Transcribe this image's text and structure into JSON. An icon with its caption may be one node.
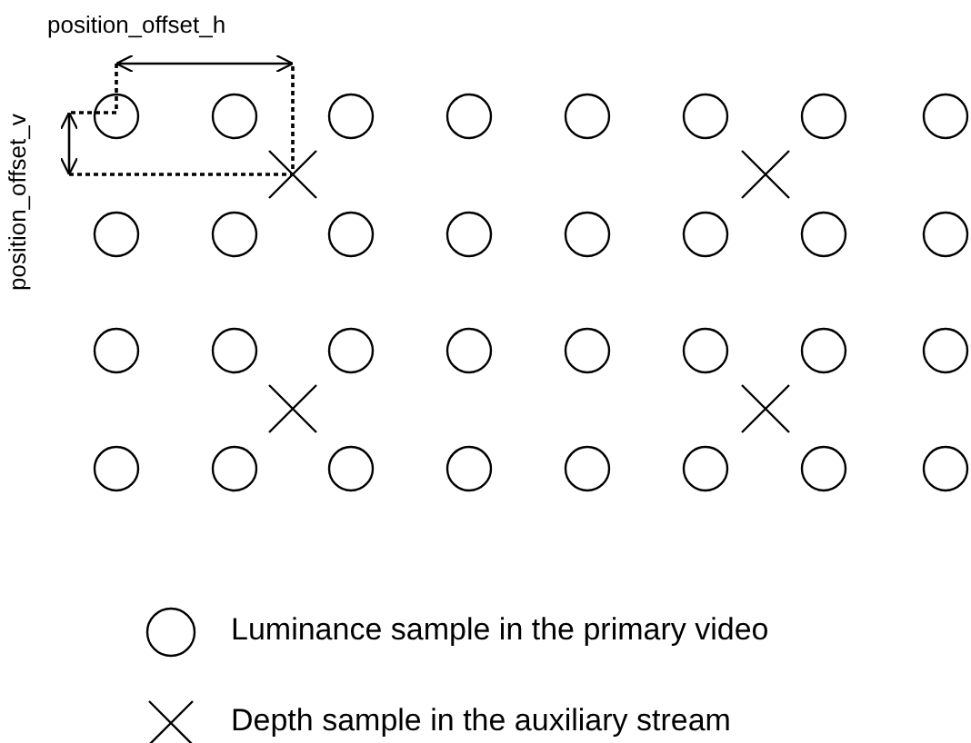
{
  "diagram": {
    "labels": [
      "position_offset_h",
      "position_offset_v"
    ],
    "legend": [
      {
        "text": "Luminance sample in the primary video"
      },
      {
        "text": "Depth sample in the auxiliary stream"
      }
    ]
  }
}
